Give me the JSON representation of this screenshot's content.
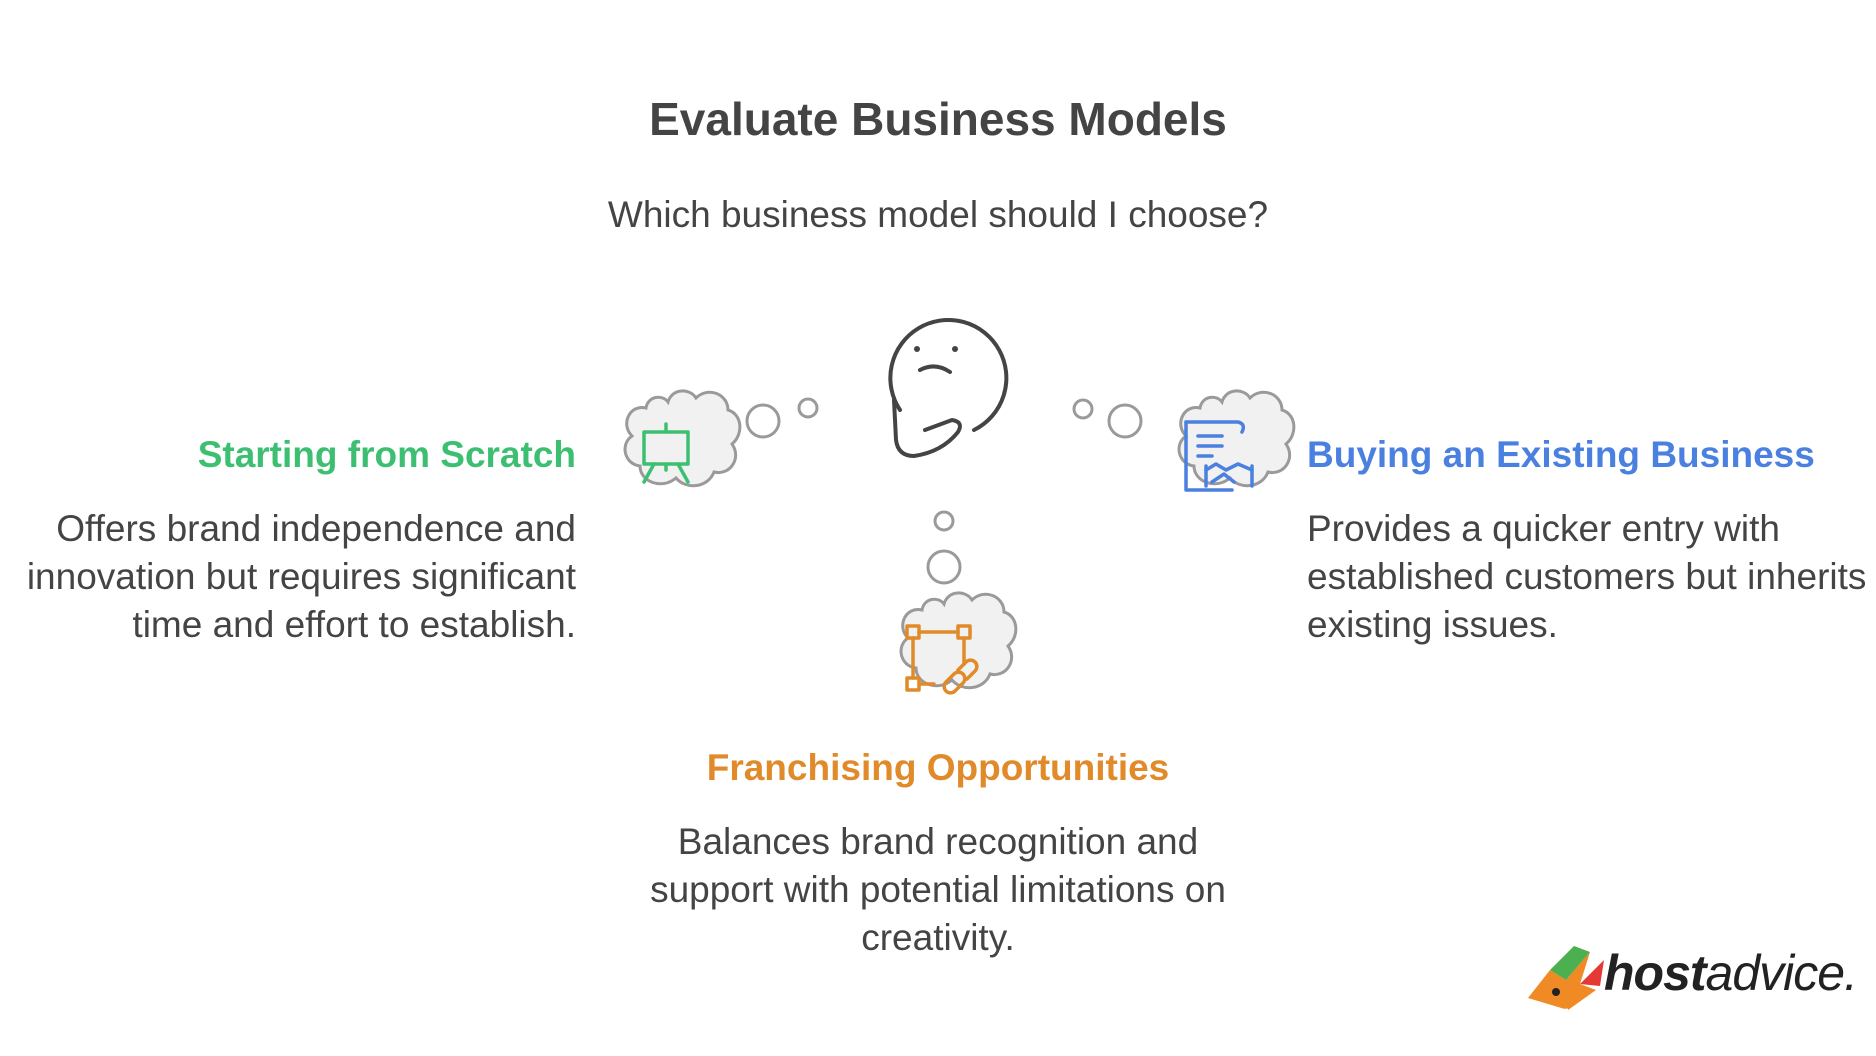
{
  "title": "Evaluate Business Models",
  "subtitle": "Which business model should I choose?",
  "options": [
    {
      "heading": "Starting from Scratch",
      "description": "Offers brand independence and innovation but requires significant time and effort to establish.",
      "color": "#3dbf72",
      "icon": "easel-icon"
    },
    {
      "heading": "Buying an Existing Business",
      "description": "Provides a quicker entry with established customers but inherits existing issues.",
      "color": "#4a80e0",
      "icon": "contract-handshake-icon"
    },
    {
      "heading": "Franchising Opportunities",
      "description": "Balances brand recognition and support with potential limitations on creativity.",
      "color": "#e08a2a",
      "icon": "linked-nodes-icon"
    }
  ],
  "center_icon": "thinking-face-icon",
  "logo": {
    "part1": "host",
    "part2": "advice."
  }
}
